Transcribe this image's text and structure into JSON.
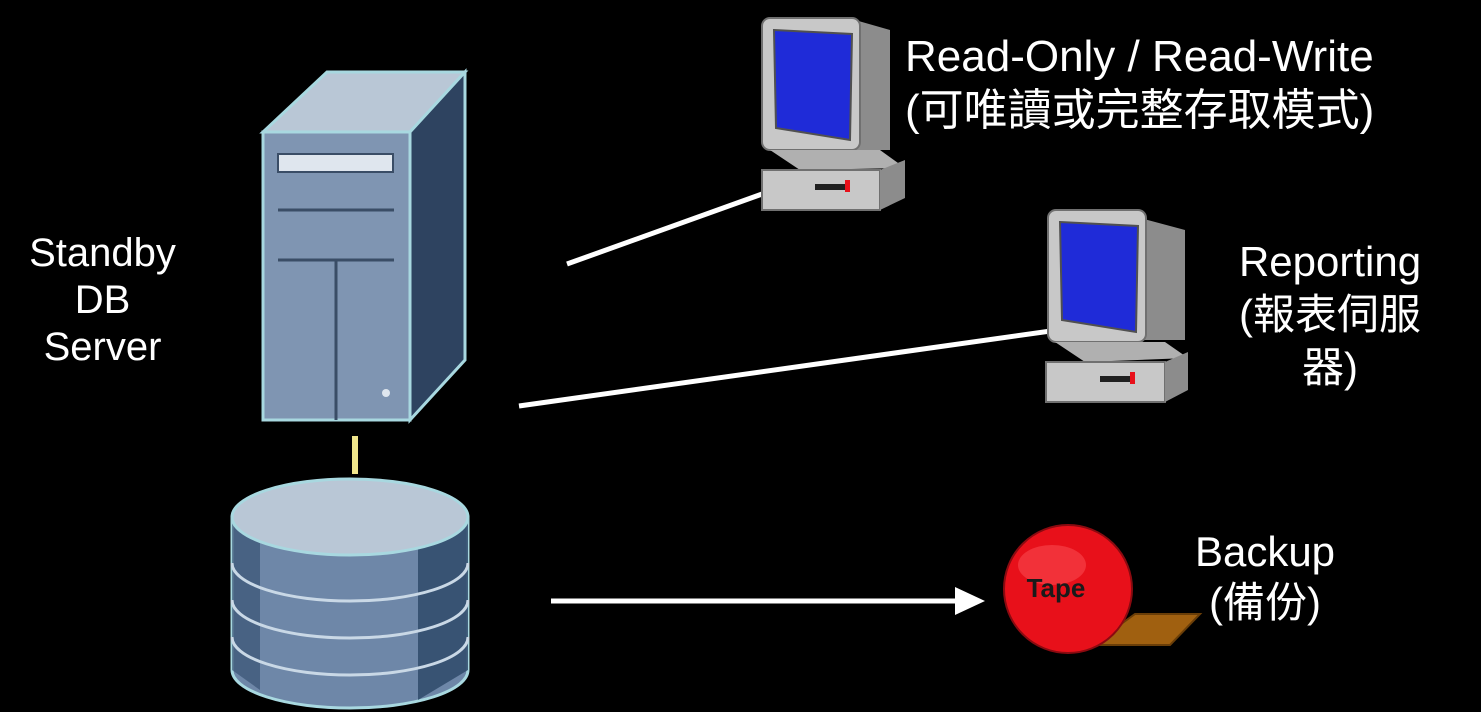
{
  "server": {
    "lines": [
      "Standby",
      "DB",
      "Server"
    ],
    "icon": "server-tower-icon"
  },
  "storage": {
    "icon": "database-cylinder-icon"
  },
  "read_only_client": {
    "lines": [
      "Read-Only / Read-Write",
      "(可唯讀或完整存取模式)"
    ],
    "icon": "desktop-computer-icon"
  },
  "reporting_client": {
    "lines": [
      "Reporting",
      "(報表伺服",
      "器)"
    ],
    "icon": "desktop-computer-icon"
  },
  "backup": {
    "lines": [
      "Backup",
      "(備份)"
    ],
    "tape_label": "Tape",
    "icon": "tape-reel-icon"
  },
  "colors": {
    "background": "#000000",
    "text": "#ffffff",
    "connector": "#ffffff",
    "server_body": "#7f95b2",
    "server_side": "#2e4360",
    "server_top": "#b9c7d6",
    "server_outline": "#a8d8e0",
    "disk_body": "#6e87a8",
    "disk_dark": "#2f4a6a",
    "link_yellow": "#f0e68c",
    "monitor_screen": "#1f2bd8",
    "monitor_body": "#c8c8c8",
    "tape_red": "#e8101a",
    "tape_strip": "#a06010"
  }
}
